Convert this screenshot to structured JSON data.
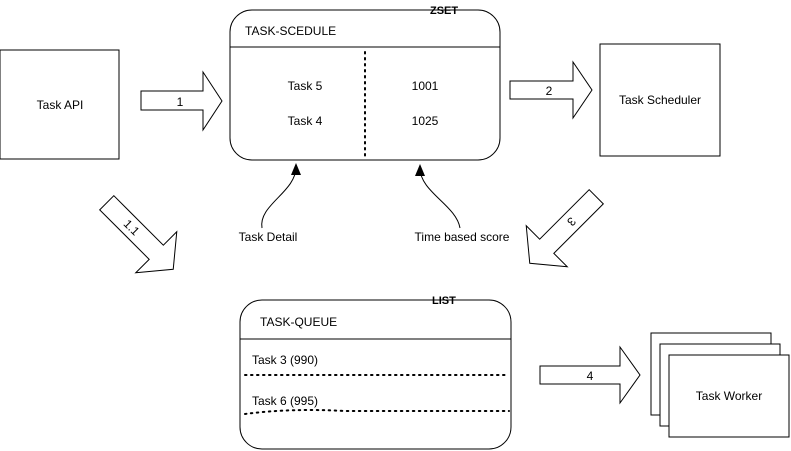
{
  "nodes": {
    "task_api": {
      "label": "Task API"
    },
    "task_scheduler": {
      "label": "Task Scheduler"
    },
    "task_worker": {
      "label": "Task Worker"
    }
  },
  "zset": {
    "type_label": "ZSET",
    "title": "TASK-SCEDULE",
    "rows": [
      {
        "member": "Task 5",
        "score": "1001"
      },
      {
        "member": "Task 4",
        "score": "1025"
      }
    ],
    "member_annotation": "Task Detail",
    "score_annotation": "Time based score"
  },
  "list": {
    "type_label": "LIST",
    "title": "TASK-QUEUE",
    "items": [
      "Task 3 (990)",
      "Task 6 (995)"
    ]
  },
  "edges": {
    "api_to_zset": "1",
    "api_to_queue": "1.1",
    "zset_to_scheduler": "2",
    "scheduler_to_queue": "3",
    "queue_to_worker": "4"
  }
}
